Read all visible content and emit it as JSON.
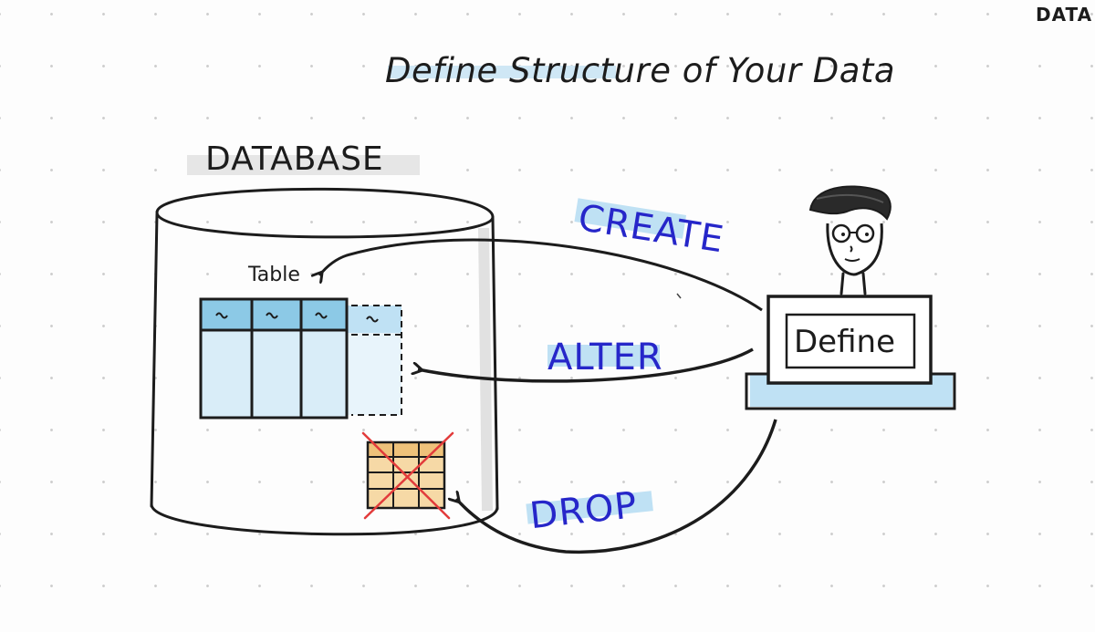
{
  "brand": "DATA",
  "title": "Define Structure of Your Data",
  "database_label": "DATABASE",
  "table_label": "Table",
  "commands": {
    "create": "CREATE",
    "alter": "ALTER",
    "drop": "DROP"
  },
  "laptop_label": "Define",
  "colors": {
    "command_blue": "#2626c9",
    "highlight_blue": "#bfe1f4",
    "table_header_blue": "#8cc9e6",
    "table_body_blue": "#d9edf8",
    "dropped_table_orange": "#f6d9a6",
    "cross_red": "#e23b3b",
    "ink": "#1c1c1c"
  },
  "icons": [
    "database-cylinder-icon",
    "table-icon",
    "dropped-table-icon",
    "cross-icon",
    "person-icon",
    "laptop-icon"
  ]
}
